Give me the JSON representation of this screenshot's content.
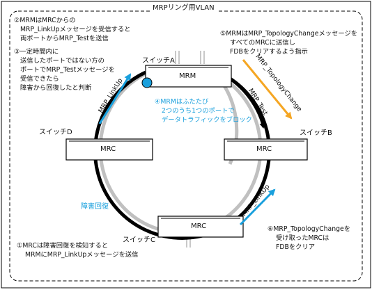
{
  "title": "MRPリング用VLAN",
  "switches": {
    "a": {
      "name": "スイッチA",
      "role": "MRM"
    },
    "b": {
      "name": "スイッチB",
      "role": "MRC"
    },
    "c": {
      "name": "スイッチC",
      "role": "MRC"
    },
    "d": {
      "name": "スイッチD",
      "role": "MRC"
    }
  },
  "arrows": {
    "linkup_left": "MRP_LinkUp",
    "topology_change": "MRP_TopologyChange",
    "test": "MRP_Test",
    "linkup_right": "MRP_LinkUp",
    "recovery": "障害回復"
  },
  "notes": {
    "n1": [
      "①MRCは障害回復を検知すると",
      "MRMにMRP_LinkUpメッセージを送信"
    ],
    "n2": [
      "②MRMはMRCからの",
      "MRP_LinkUpメッセージを受信すると",
      "両ポートからMRP_Testを送信"
    ],
    "n3": [
      "③一定時間内に",
      "送信したポートではない方の",
      "ポートでMRP_Testメッセージを",
      "受信できたら",
      "障害から回復したと判断"
    ],
    "n4": [
      "④MRMはふたたび",
      "2つのうち1つのポートで",
      "データトラフィックをブロック"
    ],
    "n5": [
      "⑤MRMはMRP_TopologyChangeメッセージを",
      "すべてのMRCに送信し",
      "FDBをクリアするよう指示"
    ],
    "n6": [
      "⑥MRP_TopologyChangeを",
      "受け取ったMRCは",
      "FDBをクリア"
    ]
  },
  "colors": {
    "accent": "#1aa0dd",
    "orange": "#f5a623",
    "ring": "#000000",
    "gray_ring": "#c0c0c0"
  }
}
